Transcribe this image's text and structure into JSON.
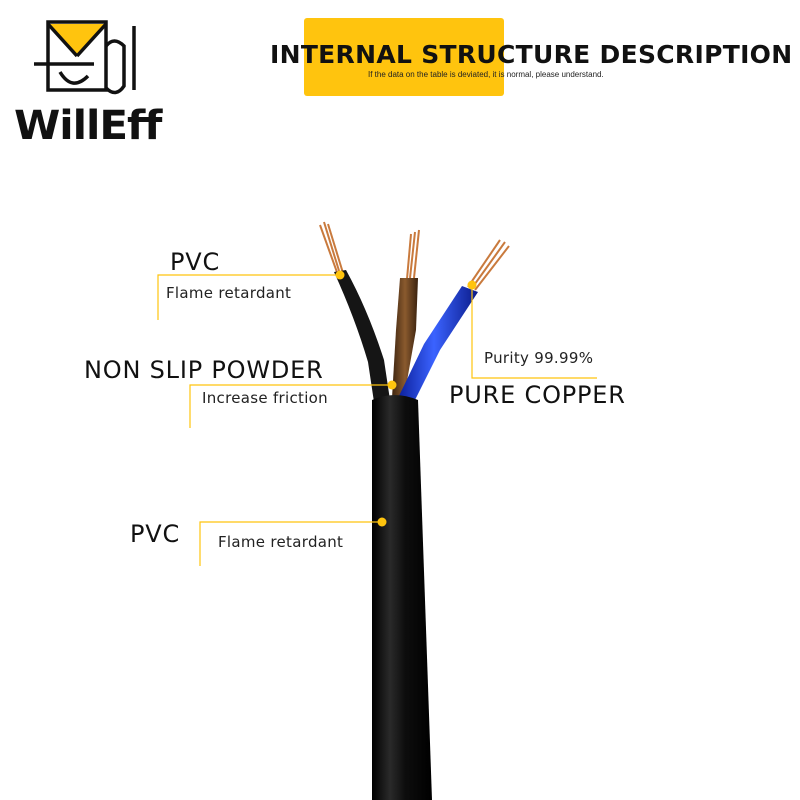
{
  "brand": {
    "name": "WillEff"
  },
  "header": {
    "title": "INTERNAL STRUCTURE DESCRIPTION",
    "subtitle": "If the data on the table is deviated, it is normal, please understand."
  },
  "callouts": {
    "wire_insulation": {
      "heading": "PVC",
      "description": "Flame retardant"
    },
    "non_slip": {
      "heading": "NON SLIP POWDER",
      "description": "Increase friction"
    },
    "conductor": {
      "heading": "PURE COPPER",
      "description": "Purity 99.99%"
    },
    "outer_sheath": {
      "heading": "PVC",
      "description": "Flame retardant"
    }
  },
  "colors": {
    "accent": "#FFC40E",
    "sheath": "#111111",
    "wire_black": "#151515",
    "wire_brown": "#6B4320",
    "wire_blue": "#1F3FD0",
    "copper": "#C97A3D"
  }
}
